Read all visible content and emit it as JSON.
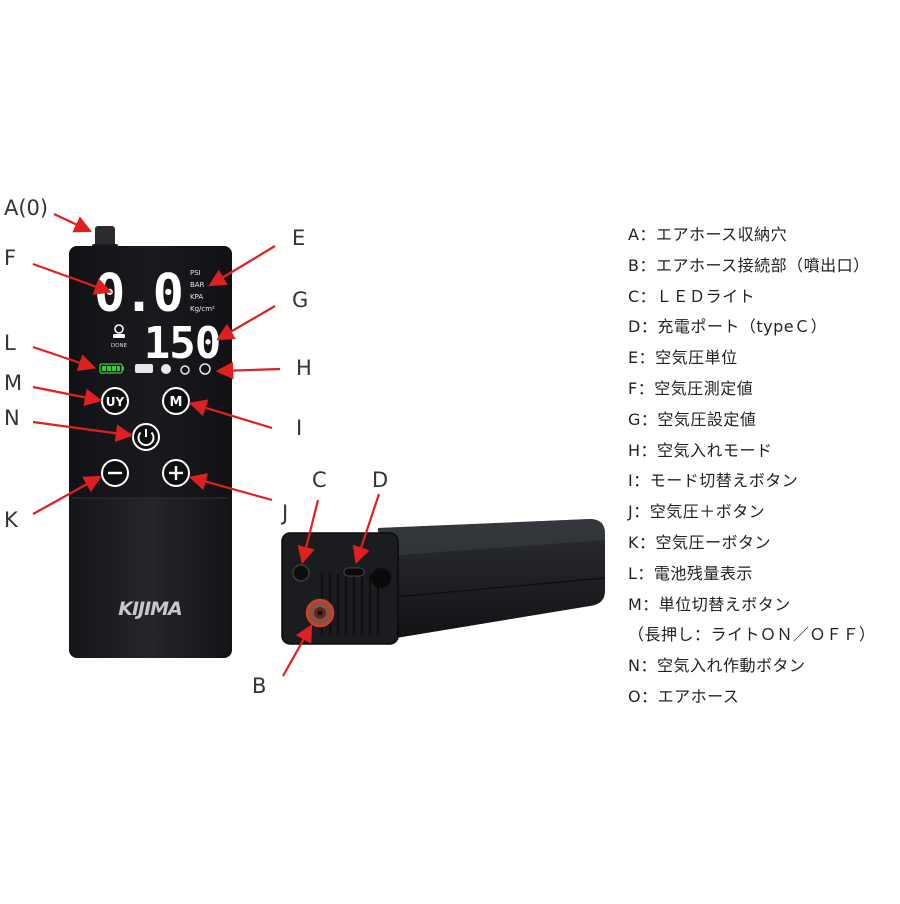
{
  "colors": {
    "arrow": "#e02020",
    "device": "#1c1d20",
    "digits": "#ffffff",
    "battery": "#37c837",
    "text": "#222222"
  },
  "device": {
    "display_main": "0.0",
    "display_set": "150",
    "units": [
      "PSI",
      "BAR",
      "KPA",
      "Kg/cm²"
    ],
    "done_label": "DONE",
    "brand": "KIJIMA",
    "buttons": {
      "unit": "UY",
      "mode": "M",
      "power": "power-icon",
      "minus": "−",
      "plus": "+"
    }
  },
  "callouts": {
    "A": "A(0)",
    "B": "B",
    "C": "C",
    "D": "D",
    "E": "E",
    "F": "F",
    "G": "G",
    "H": "H",
    "I": "I",
    "J": "J",
    "K": "K",
    "L": "L",
    "M": "M",
    "N": "N"
  },
  "legend": [
    "A：エアホース収納穴",
    "B：エアホース接続部（噴出口）",
    "C：ＬＥＤライト",
    "D：充電ポート（typeＣ）",
    "E：空気圧単位",
    "F：空気圧測定値",
    "G：空気圧設定値",
    "H：空気入れモード",
    "I：モード切替えボタン",
    "J：空気圧＋ボタン",
    "K：空気圧ーボタン",
    "L：電池残量表示",
    "M：単位切替えボタン",
    "（長押し：ライトＯＮ／ＯＦＦ）",
    "N：空気入れ作動ボタン",
    "O：エアホース"
  ]
}
